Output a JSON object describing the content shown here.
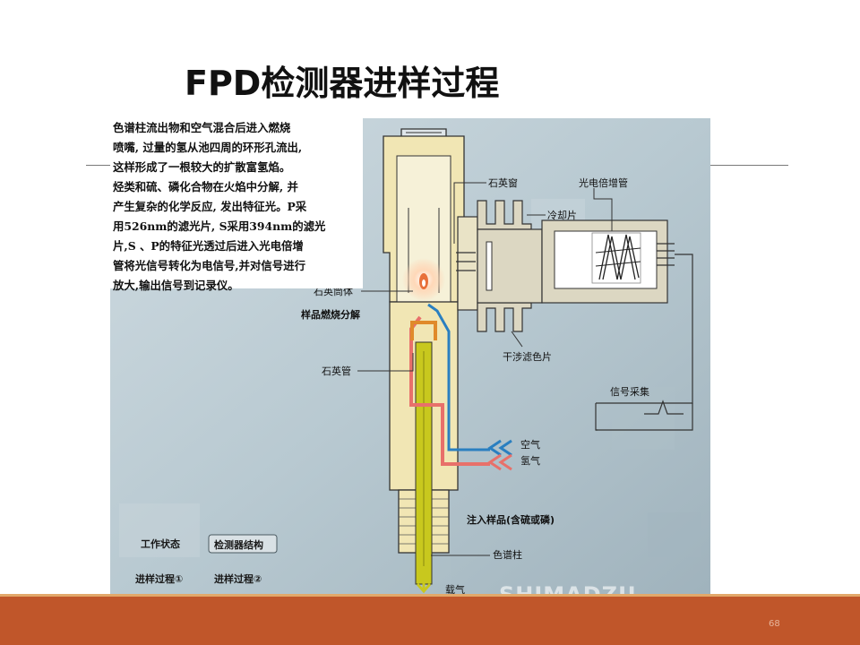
{
  "slide": {
    "title": "FPD检测器进样过程",
    "page_number": "68"
  },
  "description_lines": [
    "色谱柱流出物和空气混合后进入燃烧",
    "喷嘴, 过量的氢从池四周的环形孔流出,",
    "这样形成了一根较大的扩散富氢焰。",
    "烃类和硫、磷化合物在火焰中分解, 并",
    "产生复杂的化学反应, 发出特征光。P采",
    "用526nm的滤光片, S采用394nm的滤光",
    "片,S 、P的特征光透过后进入光电倍增",
    "管将光信号转化为电信号,并对信号进行",
    "放大,输出信号到记录仪。"
  ],
  "diagram_labels": {
    "quartz_window": "石英窗",
    "pmt": "光电倍增管",
    "cooling_fin": "冷却片",
    "quartz_cylinder": "石英筒体",
    "sample_burning": "样品燃烧分解",
    "interference_filter": "干涉滤色片",
    "quartz_tube": "石英管",
    "signal_acquisition": "信号采集",
    "air": "空气",
    "hydrogen": "氢气",
    "inject_sample": "注入样品(含硫或磷)",
    "column": "色谱柱",
    "carrier_gas": "载气"
  },
  "controls": {
    "work_state": "工作状态",
    "detector_structure": "检测器结构",
    "injection_1": "进样过程①",
    "injection_2": "进样过程②"
  },
  "brand": "SHIMADZU",
  "colors": {
    "footer_bar": "#c0562a",
    "footer_line": "#e2a86a",
    "body_fill": "#f1e6b4",
    "hydrogen_line": "#e8706a",
    "air_line": "#2a7fc0",
    "column_fill": "#c8c81e"
  }
}
